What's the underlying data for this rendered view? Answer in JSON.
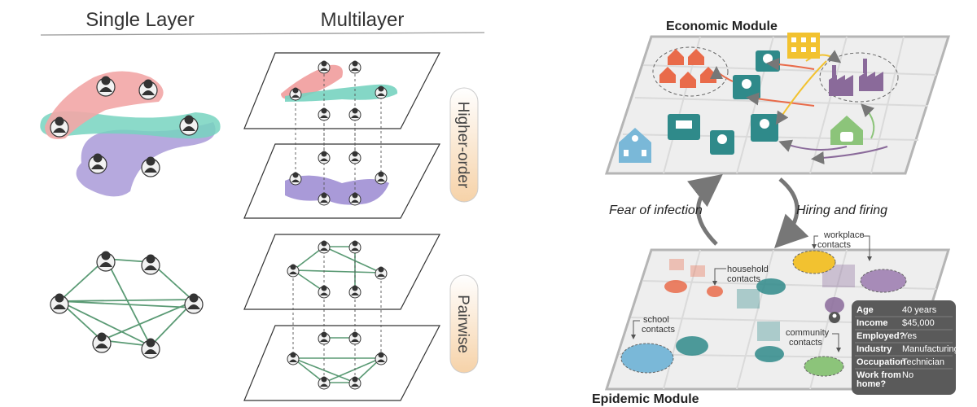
{
  "left": {
    "header_single": "Single Layer",
    "header_multi": "Multilayer",
    "label_higher": "Higher-order",
    "label_pairwise": "Pairwise"
  },
  "right": {
    "economic_title": "Economic Module",
    "epidemic_title": "Epidemic Module",
    "arrow_fear": "Fear of infection",
    "arrow_hiring": "Hiring and firing",
    "callouts": {
      "workplace": [
        "workplace",
        "contacts"
      ],
      "household": [
        "household",
        "contacts"
      ],
      "school": [
        "school",
        "contacts"
      ],
      "community": [
        "community",
        "contacts"
      ]
    },
    "profile": [
      {
        "key": [
          "Age"
        ],
        "value": "40 years"
      },
      {
        "key": [
          "Income"
        ],
        "value": "$45,000"
      },
      {
        "key": [
          "Employed?"
        ],
        "value": "Yes"
      },
      {
        "key": [
          "Industry"
        ],
        "value": "Manufacturing"
      },
      {
        "key": [
          "Occupation"
        ],
        "value": "Technician"
      },
      {
        "key": [
          "Work from",
          "home?"
        ],
        "value": "No"
      }
    ]
  },
  "colors": {
    "pink": "#f2a6a6",
    "teal": "#77d3c0",
    "purple": "#a99ad8",
    "green_edge": "#5a9a74",
    "orange": "#e96b4a",
    "teal_dark": "#2f8a8a",
    "purple_dark": "#8a6a9a",
    "yellow": "#f2c230",
    "green_light": "#8cc47a",
    "blue_light": "#7ab8d8"
  }
}
